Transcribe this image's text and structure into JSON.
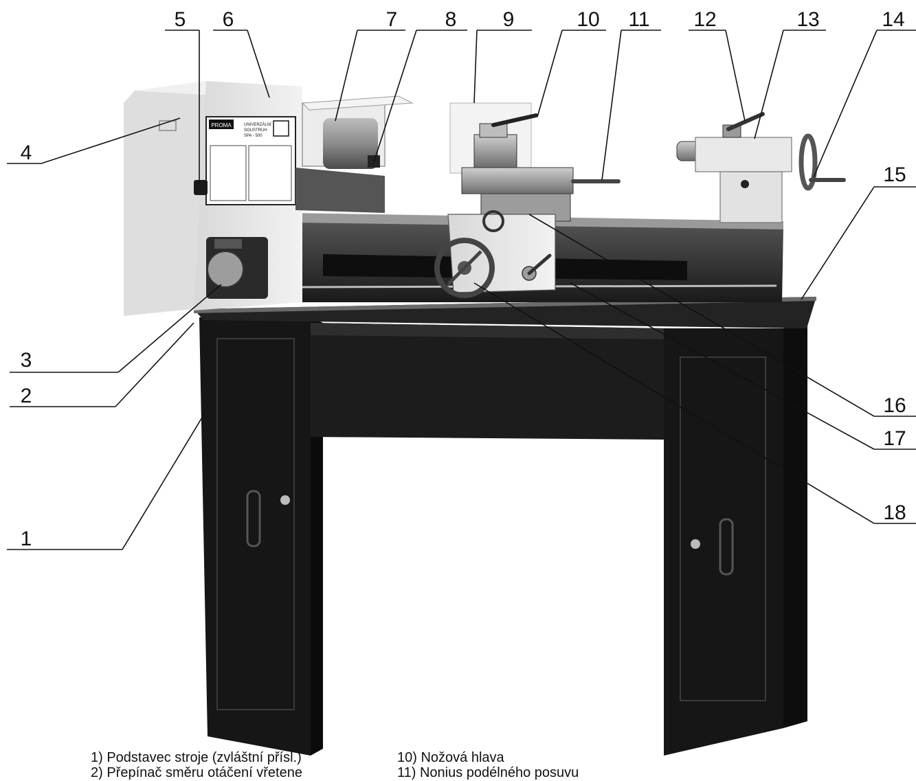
{
  "callouts": [
    {
      "number": "1"
    },
    {
      "number": "2"
    },
    {
      "number": "3"
    },
    {
      "number": "4"
    },
    {
      "number": "5"
    },
    {
      "number": "6"
    },
    {
      "number": "7"
    },
    {
      "number": "8"
    },
    {
      "number": "9"
    },
    {
      "number": "10"
    },
    {
      "number": "11"
    },
    {
      "number": "12"
    },
    {
      "number": "13"
    },
    {
      "number": "14"
    },
    {
      "number": "15"
    },
    {
      "number": "16"
    },
    {
      "number": "17"
    },
    {
      "number": "18"
    }
  ],
  "legend": {
    "left": [
      "1) Podstavec stroje (zvláštní přísl.)",
      "2) Přepínač směru otáčení vřetene"
    ],
    "right": [
      "10) Nožová hlava",
      "11) Nonius podélného posuvu"
    ]
  },
  "nameplate": {
    "brand": "PROMA",
    "line1": "UNIVERZÁLNÍ",
    "line2": "SOUSTRUH",
    "line3": "SPA - 500"
  },
  "colors": {
    "machine_dark": "#141414",
    "machine_light": "#e6e6e6",
    "ink": "#111111"
  }
}
